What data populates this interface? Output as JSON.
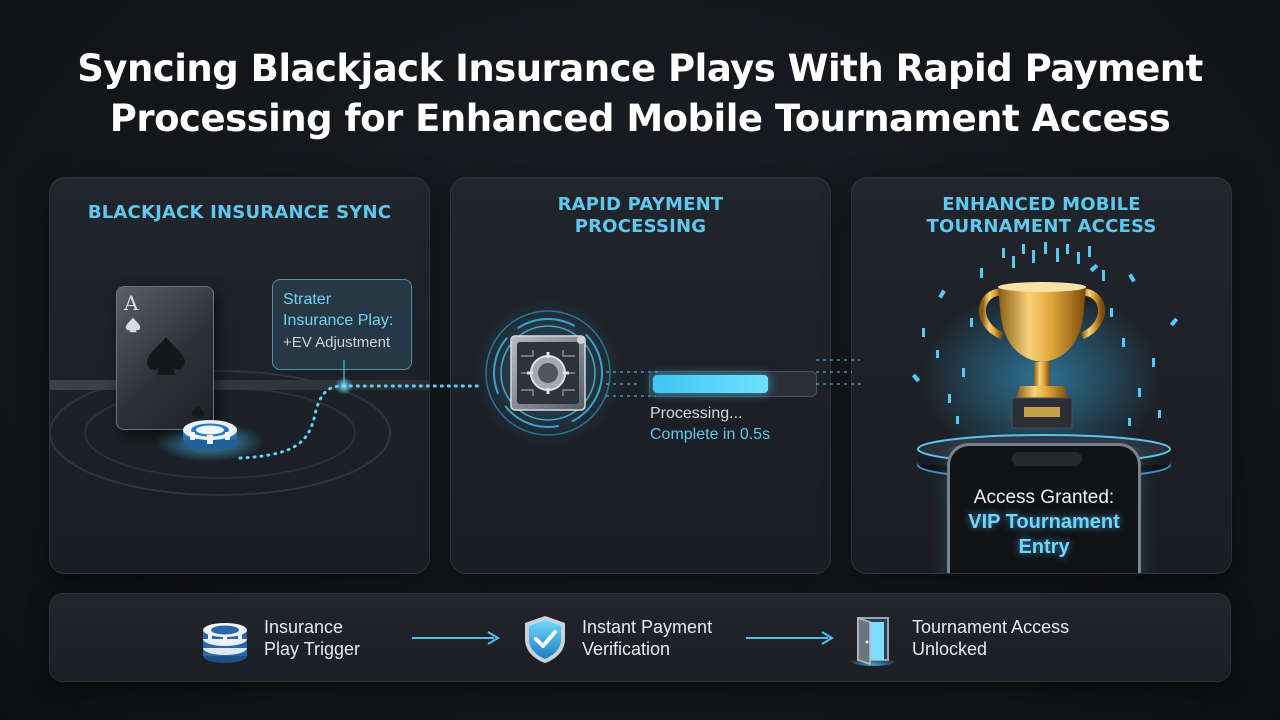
{
  "title": {
    "line1": "Syncing Blackjack Insurance Plays With Rapid Payment",
    "line2": "Processing for Enhanced Mobile Tournament Access"
  },
  "panels": {
    "insurance": {
      "heading": "BLACKJACK INSURANCE SYNC",
      "card_rank": "A",
      "callout_title_1": "Strater",
      "callout_title_2": "Insurance Play:",
      "callout_sub": "+EV Adjustment"
    },
    "payment": {
      "heading_1": "RAPID PAYMENT",
      "heading_2": "PROCESSING",
      "progress": 0.72,
      "status": "Processing...",
      "complete": "Complete in 0.5s"
    },
    "tournament": {
      "heading_1": "ENHANCED MOBILE",
      "heading_2": "TOURNAMENT ACCESS",
      "access_line": "Access Granted:",
      "vip_line_1": "VIP Tournament",
      "vip_line_2": "Entry"
    }
  },
  "steps": [
    {
      "icon": "poker-chips-icon",
      "line1": "Insurance",
      "line2": "Play Trigger"
    },
    {
      "icon": "shield-check-icon",
      "line1": "Instant Payment",
      "line2": "Verification"
    },
    {
      "icon": "open-door-icon",
      "line1": "Tournament Access",
      "line2": "Unlocked"
    }
  ],
  "colors": {
    "accent": "#5fc8ee",
    "background": "#121417",
    "panel": "#1e2127"
  }
}
